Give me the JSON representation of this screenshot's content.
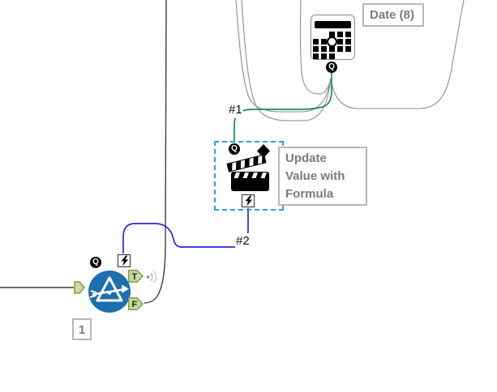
{
  "colors": {
    "wire-green": "#1f8b4d",
    "wire-blue": "#2a2ad2",
    "wire-gray": "#8e8e8e",
    "wire-dark": "#3f3f3f",
    "selection-blue": "#2b9fe6",
    "tool-blue": "#1d6fad",
    "anchor-green": "#c9d9a2",
    "anchor-green-border": "#7e9d47",
    "label-border": "#b7b7b7",
    "label-text": "#7b7b7b"
  },
  "tools": {
    "date": {
      "annotation": "Date (8)",
      "question_anchor": "Q"
    },
    "action": {
      "annotation": "Update Value with Formula",
      "question_anchor": "Q"
    },
    "filter": {
      "annotation": "1",
      "question_anchor": "Q",
      "true_anchor": "T",
      "false_anchor": "F"
    }
  },
  "connections": {
    "wire1_label": "#1",
    "wire2_label": "#2"
  },
  "icons": {
    "date": "calendar-icon",
    "action": "clapperboard-icon",
    "filter": "funnel-arrow-icon",
    "action_anchor": "lightning-icon",
    "question_badge": "q-badge-icon",
    "wireless": "wireless-icon",
    "selected_marker": "diamond-icon"
  }
}
